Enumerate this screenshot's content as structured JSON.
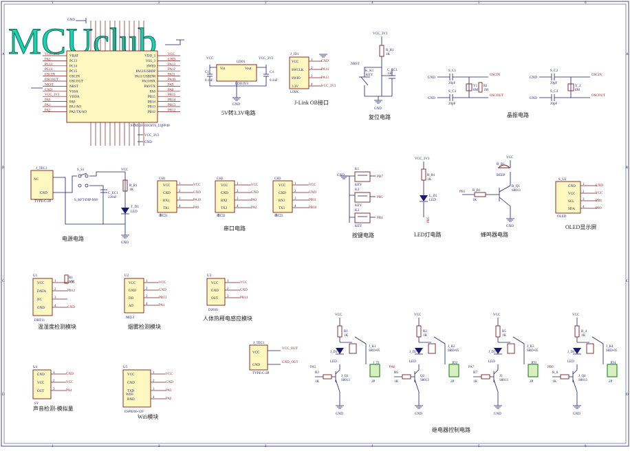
{
  "watermark": "MCUclub",
  "mcu": {
    "part": "STM32F103C8T6_LQFP48",
    "left_pins": [
      "VBAT",
      "PC13",
      "PC14",
      "PC15",
      "OSCIN",
      "OSCOUT",
      "NRST",
      "VSSA",
      "VDDA",
      "PA0",
      "PA1/AO",
      "PA2/TX/AO"
    ],
    "right_pins": [
      "VDD_3",
      "VSS_3",
      "SWIO",
      "PA12/USBDP",
      "PA11/USBDM",
      "PA10/RX",
      "PA9/TX",
      "PA8",
      "PB15",
      "PB14",
      "PB13",
      "PB12"
    ],
    "right_nets": [
      "VCC",
      "GND",
      "PA13",
      "PA12",
      "PA11",
      "PA10",
      "PA9",
      "PA8",
      "PB15",
      "PB14",
      "PB13",
      "PB12"
    ],
    "left_nets": [
      "VCC_3V3",
      "PA3",
      "PC13",
      "PC14",
      "OSCIN",
      "OSCOUT",
      "NRST",
      "GND",
      "VCC_3V3",
      "PA0",
      "PA1",
      "PA2"
    ],
    "top_gnd": "GND",
    "bottom_net": "VCC_3V3",
    "bottom_gnd": "GND"
  },
  "ldo": {
    "ref": "LDO1",
    "part": "LDO3V3",
    "in": "Vin",
    "out": "Vout",
    "vcc": "VCC",
    "vcc3": "VCC_3V3",
    "c1": "C1",
    "c1v": "0.1uF",
    "c4": "C4",
    "c4v": "0.1uF",
    "gnd": "GND",
    "caption": "5V转3.3V电路"
  },
  "jlink": {
    "ref": "J_JD1",
    "pins": [
      "VCC",
      "SWCLK",
      "SWIO",
      "3.3V"
    ],
    "nets": [
      "GND",
      "PA14",
      "PA13",
      "VCC_3V3"
    ],
    "footer": "LINK",
    "caption": "J-Link OB接口"
  },
  "reset": {
    "vcc": "VCC_3V3",
    "r": "R_R1",
    "rv": "1K",
    "net": "NRST",
    "key": "K_K1",
    "keylabel": "KEY",
    "c": "C_EC1",
    "cv": "1uF",
    "gnd": "GND",
    "caption": "复位电路"
  },
  "crystal": {
    "left": {
      "c1": "S_C1",
      "c1v": "20pF",
      "c2": "S_C3",
      "c2v": "20pF",
      "y": "Y1",
      "yv": "8M",
      "r": "R1",
      "rv": "1M",
      "osc_in": "OSCIN",
      "osc_out": "OSCOUT",
      "gnd": "GND"
    },
    "right": {
      "c1": "S_C2",
      "c1v": "20pF",
      "c2": "S_C4",
      "c2v": "20pF",
      "y": "Y_2",
      "yv": "8M",
      "osc_in": "OSCIN",
      "osc_out": "OSCOUT",
      "gnd": "GND"
    },
    "caption": "晶振电路"
  },
  "power": {
    "conn": "J_TEC1",
    "conn_part": "TYPE-C-2P",
    "nc": "NC",
    "gnd_pin": "GND",
    "sw": "S_S1",
    "sw_part": "S_KFT-DIP-SS8",
    "cap": "C_EC1",
    "capv": "220uF",
    "led_r": "R_R1",
    "led_rv": "1K",
    "led": "T_D1",
    "led_part": "LED",
    "vcc": "VCC",
    "gnd": "GND",
    "caption": "电源电路"
  },
  "serial": {
    "items": [
      {
        "ref": "CH1",
        "pins": [
          "VCC",
          "GND",
          "RX1",
          "TX1"
        ],
        "nets": [
          "VCC",
          "GND",
          "PA10",
          "PA9"
        ],
        "foot": "串口1"
      },
      {
        "ref": "CH2",
        "pins": [
          "VCC",
          "GND",
          "RX2",
          "TX2"
        ],
        "nets": [
          "VCC",
          "GND",
          "PA3",
          "PA2"
        ],
        "foot": "串口2"
      },
      {
        "ref": "CH3",
        "pins": [
          "VCC",
          "GND",
          "RX3",
          "TX3"
        ],
        "nets": [
          "VCC",
          "GND",
          "PB11",
          "PB10"
        ],
        "foot": "串口3"
      }
    ],
    "caption": "串口电路"
  },
  "keys": {
    "gnd": "GND",
    "items": [
      {
        "ref": "K1",
        "label": "KEY",
        "net": "PB7"
      },
      {
        "ref": "K2",
        "label": "KEY",
        "net": "PB5"
      },
      {
        "ref": "K3",
        "label": "KEY",
        "net": "PB4"
      }
    ],
    "caption": "按键电路"
  },
  "led": {
    "vcc": "VCC_3V3",
    "r": "R_R1",
    "rv": "1K",
    "led": "L_D1",
    "ledv": "LED",
    "net": "PB5",
    "caption": "LED灯电路"
  },
  "buzzer": {
    "vcc": "VCC",
    "bz": "B_B1",
    "bzv": "BEEP",
    "net": "PB1",
    "r": "R_R1",
    "rv": "1K",
    "q": "B_Q1",
    "qv": "S8013",
    "gnd": "GND",
    "caption": "蜂鸣器电路"
  },
  "oled": {
    "ref": "S_U2",
    "part": "OLED",
    "pins": [
      "GND",
      "VCC",
      "SCL",
      "SDA"
    ],
    "nets": [
      "GND",
      "VCC",
      "PB8",
      "PB9"
    ],
    "caption": "OLED显示屏"
  },
  "dht": {
    "ref": "U1",
    "part": "DHT11",
    "pins": [
      "VCC",
      "DATA",
      "NC",
      "GND"
    ],
    "nets": [
      "VCC",
      "PB12",
      "",
      "GND"
    ],
    "r": "R1",
    "rv": "10K",
    "caption": "温湿度检测模块"
  },
  "mq": {
    "ref": "U2",
    "part": "MQ-2",
    "pins": [
      "VCC",
      "GND",
      "DO",
      "AO"
    ],
    "nets": [
      "VCC",
      "GND",
      "PB13",
      "PA1"
    ],
    "caption": "烟雾检测模块"
  },
  "pir": {
    "ref": "U3",
    "part": "D203S",
    "pins": [
      "VCC",
      "GND",
      "OUT"
    ],
    "nets": [
      "VCC",
      "GND",
      "PB14"
    ],
    "caption": "人体热释电感应模块"
  },
  "sound": {
    "ref": "U4",
    "part": "SY",
    "pins": [
      "GND",
      "VCC",
      "OUT"
    ],
    "nets": [
      "GND",
      "VCC",
      "PA4"
    ],
    "caption": "声音检测-模拟量"
  },
  "wifi": {
    "ref": "U5",
    "part": "ESP8266-12F",
    "side": "WIFI",
    "pins": [
      "VCC",
      "GND",
      "TXD",
      "RXD"
    ],
    "nets": [
      "VCC",
      "GND",
      "PA3",
      "PA2"
    ],
    "caption": "Wifi模块"
  },
  "typec2": {
    "ref": "J_TEC1",
    "part": "TYPE-C-2P",
    "pins": [
      "VCC",
      "GND"
    ],
    "nets": [
      "VCC_OUT",
      "GND_OUT"
    ]
  },
  "relay": {
    "caption": "继电器控制电路",
    "items": [
      {
        "vcc": "VCC",
        "r": "R1",
        "rv": "1K",
        "led": "J_D1",
        "ledv": "LED",
        "q": "J_Q1",
        "qv": "S8013",
        "rb": "R3",
        "rbv": "1K",
        "in": "PA5",
        "k": "J_K1",
        "kv": "SRD-05",
        "out": "J_T1",
        "outv": "2P",
        "gnd": "GND"
      },
      {
        "vcc": "VCC",
        "r": "R2",
        "rv": "1K",
        "led": "J_D2",
        "ledv": "LED",
        "q": "Q2",
        "qv": "S8013",
        "rb": "R6",
        "rbv": "1K",
        "in": "PA6",
        "k": "J_K2",
        "kv": "SRD-05",
        "out": "JD2",
        "outv": "2P",
        "gnd": "GND"
      },
      {
        "vcc": "VCC",
        "r": "R5",
        "rv": "1K",
        "led": "J_D3",
        "ledv": "LED",
        "q": "J3",
        "qv": "S8013",
        "rb": "R7",
        "rbv": "1K",
        "in": "PA7",
        "k": "J_K3",
        "kv": "SRD-05",
        "out": "JD3",
        "outv": "2P",
        "gnd": "GND"
      },
      {
        "vcc": "VCC",
        "r": "R_4",
        "rv": "1K",
        "led": "J_D4",
        "ledv": "LED",
        "q": "J_Q4",
        "qv": "S8013",
        "rb": "R_8",
        "rbv": "1K",
        "in": "PB0",
        "k": "J_K4",
        "kv": "SRD-05",
        "out": "JD4",
        "outv": "2P",
        "gnd": "GND"
      }
    ]
  },
  "frame": {
    "cols": [
      "1",
      "2",
      "3",
      "4",
      "5",
      "6"
    ],
    "rows": [
      "A",
      "B",
      "C",
      "D"
    ]
  },
  "colors": {
    "wire": "#1a1a6e",
    "body": "#7a1a1a",
    "fill": "#fff7c0",
    "watermark": "#19d3b0",
    "accent": "#2e8b2e"
  }
}
